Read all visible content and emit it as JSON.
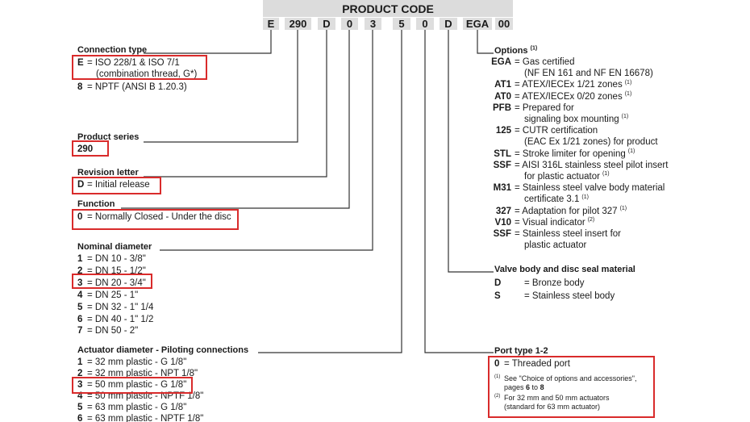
{
  "header": "PRODUCT CODE",
  "code_segments": [
    "E",
    "290",
    "D",
    "0",
    "3",
    "5",
    "0",
    "D",
    "EGA",
    "00"
  ],
  "connection_type": {
    "title": "Connection type",
    "items": [
      {
        "key": "E",
        "line1": "= ISO 228/1 & ISO 7/1",
        "line2": "(combination thread, G*)"
      },
      {
        "key": "8",
        "line1": "= NPTF (ANSI B 1.20.3)"
      }
    ]
  },
  "product_series": {
    "title": "Product series",
    "value": "290"
  },
  "revision_letter": {
    "title": "Revision letter",
    "key": "D",
    "text": "= Initial release"
  },
  "function": {
    "title": "Function",
    "key": "0",
    "text": "= Normally Closed - Under the disc"
  },
  "nominal_diameter": {
    "title": "Nominal diameter",
    "items": [
      {
        "key": "1",
        "text": "= DN 10 - 3/8\""
      },
      {
        "key": "2",
        "text": "= DN 15 - 1/2\""
      },
      {
        "key": "3",
        "text": "= DN 20 - 3/4\""
      },
      {
        "key": "4",
        "text": "= DN 25 - 1\""
      },
      {
        "key": "5",
        "text": "= DN 32 - 1\" 1/4"
      },
      {
        "key": "6",
        "text": "= DN 40 - 1\" 1/2"
      },
      {
        "key": "7",
        "text": "= DN 50 - 2\""
      }
    ]
  },
  "actuator_diameter": {
    "title": "Actuator diameter - Piloting connections",
    "items": [
      {
        "key": "1",
        "text": "= 32 mm plastic - G 1/8\""
      },
      {
        "key": "2",
        "text": "= 32 mm plastic - NPT 1/8\""
      },
      {
        "key": "3",
        "text": "= 50 mm plastic - G 1/8\""
      },
      {
        "key": "4",
        "text": "= 50 mm plastic - NPTF 1/8\""
      },
      {
        "key": "5",
        "text": "= 63 mm plastic - G 1/8\""
      },
      {
        "key": "6",
        "text": "= 63 mm plastic - NPTF 1/8\""
      }
    ]
  },
  "options": {
    "title": "Options",
    "title_note": "(1)",
    "items": [
      {
        "key": "EGA",
        "lines": [
          "= Gas certified",
          "(NF EN 161 and NF EN 16678)"
        ]
      },
      {
        "key": "AT1",
        "lines": [
          "= ATEX/IECEx 1/21 zones"
        ],
        "note": "(1)"
      },
      {
        "key": "AT0",
        "lines": [
          "= ATEX/IECEx 0/20 zones"
        ],
        "note": "(1)"
      },
      {
        "key": "PFB",
        "lines": [
          "= Prepared for",
          "signaling box mounting"
        ],
        "note": "(1)"
      },
      {
        "key": "125",
        "lines": [
          "= CUTR certification",
          "(EAC Ex 1/21 zones) for product"
        ]
      },
      {
        "key": "STL",
        "lines": [
          "= Stroke limiter for opening"
        ],
        "note": "(1)"
      },
      {
        "key": "SSF",
        "lines": [
          "= AISI 316L stainless steel pilot insert",
          "for plastic actuator"
        ],
        "note": "(1)"
      },
      {
        "key": "M31",
        "lines": [
          "= Stainless steel valve body material",
          "certificate 3.1"
        ],
        "note": "(1)"
      },
      {
        "key": "327",
        "lines": [
          "= Adaptation for pilot 327"
        ],
        "note": "(1)"
      },
      {
        "key": "V10",
        "lines": [
          "= Visual indicator"
        ],
        "note": "(2)"
      },
      {
        "key": "SSF",
        "lines": [
          "= Stainless steel insert for",
          "plastic actuator"
        ]
      }
    ]
  },
  "valve_body": {
    "title": "Valve body and disc seal material",
    "items": [
      {
        "key": "D",
        "text": "= Bronze body"
      },
      {
        "key": "S",
        "text": "= Stainless steel body"
      }
    ]
  },
  "port_type": {
    "title": "Port type 1-2",
    "key": "0",
    "text": "= Threaded port",
    "footnotes": [
      {
        "mark": "(1)",
        "line1": "See \"Choice of options and accessories\",",
        "line2_pre": "pages ",
        "bold1": "6",
        "mid": " to ",
        "bold2": "8"
      },
      {
        "mark": "(2)",
        "line1": "For 32 mm and 50 mm actuators",
        "line2": "(standard for 63 mm actuator)"
      }
    ]
  },
  "colors": {
    "highlight": "#d92b2b",
    "header_bg": "#dcdcdc",
    "line": "#333333"
  }
}
